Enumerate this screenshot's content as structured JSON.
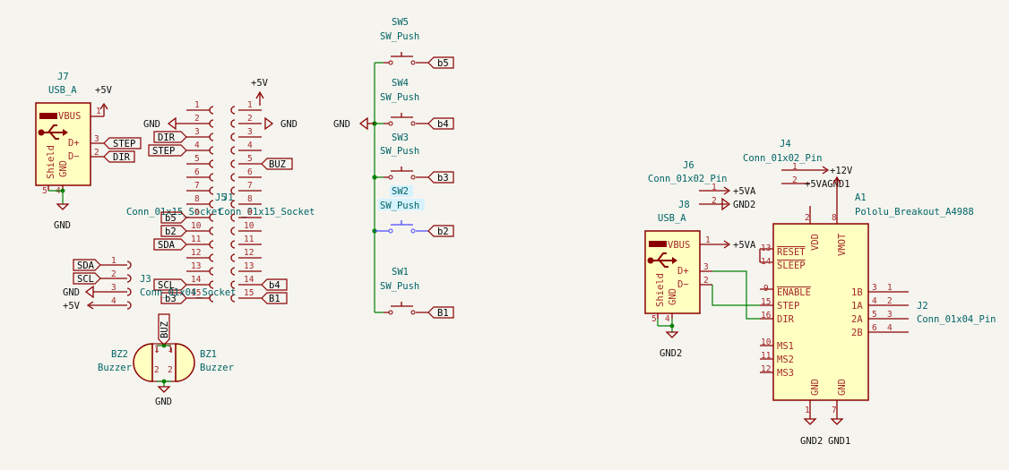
{
  "sw5": {
    "ref": "SW5",
    "val": "SW_Push",
    "net": "b5"
  },
  "sw4": {
    "ref": "SW4",
    "val": "SW_Push",
    "net": "b4"
  },
  "sw3": {
    "ref": "SW3",
    "val": "SW_Push",
    "net": "b3"
  },
  "sw2": {
    "ref": "SW2",
    "val": "SW_Push",
    "net": "b2"
  },
  "sw1": {
    "ref": "SW1",
    "val": "SW_Push",
    "net": "B1"
  },
  "sw_gnd": "GND",
  "j7": {
    "ref": "J7",
    "val": "USB_A",
    "vbus": "VBUS",
    "dp": "D+",
    "dm": "D−",
    "shield": "Shield",
    "gnd": "GND",
    "p1": "1",
    "p2": "2",
    "p3": "3",
    "p4": "4",
    "p5": "5",
    "pwr": "+5V",
    "step": "STEP",
    "dir": "DIR",
    "gndlabel": "GND"
  },
  "j5": {
    "ref": "J5",
    "val": "Conn_01x15_Socket"
  },
  "j1": {
    "ref": "J1",
    "val": "Conn_01x15_Socket"
  },
  "pins15": [
    "1",
    "2",
    "3",
    "4",
    "5",
    "6",
    "7",
    "8",
    "9",
    "10",
    "11",
    "12",
    "13",
    "14",
    "15"
  ],
  "left_labels": {
    "gnd": "GND",
    "dir": "DIR",
    "step": "STEP",
    "b5": "b5",
    "b2": "b2",
    "sda": "SDA",
    "scl": "SCL",
    "b3": "b3"
  },
  "right_labels": {
    "pwr": "+5V",
    "gnd": "GND",
    "buz": "BUZ",
    "b4": "b4",
    "b1": "B1"
  },
  "j3": {
    "ref": "J3",
    "val": "Conn_01x04_Socket",
    "sda": "SDA",
    "scl": "SCL",
    "gnd": "GND",
    "pwr": "+5V",
    "p1": "1",
    "p2": "2",
    "p3": "3",
    "p4": "4"
  },
  "bz": {
    "bz2ref": "BZ2",
    "bz2val": "Buzzer",
    "bz1ref": "BZ1",
    "bz1val": "Buzzer",
    "net": "BUZ",
    "gnd": "GND",
    "p1": "1",
    "p2": "2"
  },
  "j4": {
    "ref": "J4",
    "val": "Conn_01x02_Pin",
    "p1": "1",
    "p2": "2",
    "net1": "+12V",
    "net2": "+5VAGND1"
  },
  "j6": {
    "ref": "J6",
    "val": "Conn_01x02_Pin",
    "p1": "1",
    "p2": "2",
    "net1": "+5VA",
    "net2": "GND2"
  },
  "j8": {
    "ref": "J8",
    "val": "USB_A",
    "vbus": "VBUS",
    "dp": "D+",
    "dm": "D−",
    "shield": "Shield",
    "gnd": "GND",
    "p1": "1",
    "p2": "2",
    "p3": "3",
    "p4": "4",
    "p5": "5",
    "net1": "+5VA",
    "gndlabel": "GND2"
  },
  "a1": {
    "ref": "A1",
    "val": "Pololu_Breakout_A4988",
    "vdd": "VDD",
    "vmot": "VMOT",
    "reset": "RESET",
    "sleep": "SLEEP",
    "enable": "ENABLE",
    "step": "STEP",
    "dir": "DIR",
    "ms1": "MS1",
    "ms2": "MS2",
    "ms3": "MS3",
    "gnd": "GND",
    "o1b": "1B",
    "o1a": "1A",
    "o2a": "2A",
    "o2b": "2B",
    "n2": "2",
    "n8": "8",
    "n13": "13",
    "n14": "14",
    "n9": "9",
    "n15": "15",
    "n16": "16",
    "n10": "10",
    "n11": "11",
    "n12": "12",
    "n1": "1",
    "n7": "7",
    "n3": "3",
    "n4": "4",
    "n5": "5",
    "n6": "6",
    "gnd_a": "GND2",
    "gnd_b": "GND1"
  },
  "j2": {
    "ref": "J2",
    "val": "Conn_01x04_Pin",
    "p1": "1",
    "p2": "2",
    "p3": "3",
    "p4": "4"
  }
}
